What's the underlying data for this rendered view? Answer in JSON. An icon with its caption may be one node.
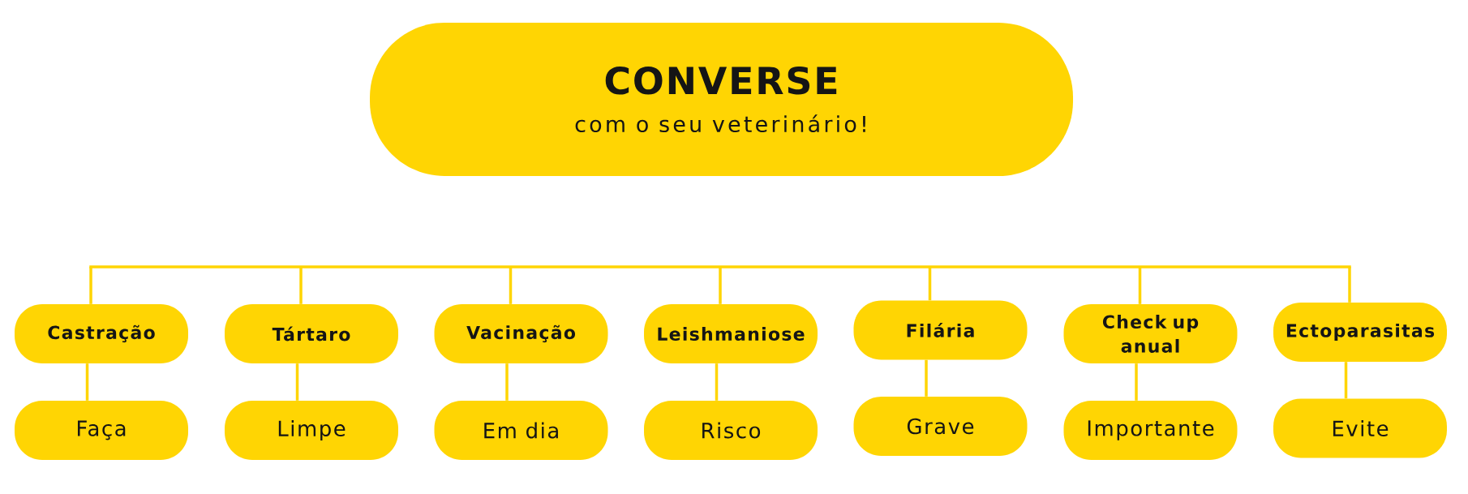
{
  "diagram": {
    "nodes": [
      {
        "text": [
          "CONVERSE",
          "com o seu veterinário!"
        ]
      },
      {
        "text": [
          "Castração"
        ]
      },
      {
        "text": [
          "Tártaro"
        ]
      },
      {
        "text": [
          "Vacinação"
        ]
      },
      {
        "text": [
          "Leishmaniose"
        ]
      },
      {
        "text": [
          "Filária"
        ]
      },
      {
        "text": [
          "Check up anual"
        ]
      },
      {
        "text": [
          "Ectoparasitas"
        ]
      },
      {
        "text": [
          "Faça"
        ]
      },
      {
        "text": [
          "Limpe"
        ]
      },
      {
        "text": [
          "Em dia"
        ]
      },
      {
        "text": [
          "Risco"
        ]
      },
      {
        "text": [
          "Grave"
        ]
      },
      {
        "text": [
          "Importante"
        ]
      },
      {
        "text": [
          "Evite"
        ]
      }
    ],
    "edges": [
      {
        "from": null,
        "to": 1,
        "arrow": "none"
      },
      {
        "from": null,
        "to": 2,
        "arrow": "none"
      },
      {
        "from": null,
        "to": 3,
        "arrow": "none"
      },
      {
        "from": null,
        "to": 4,
        "arrow": "none"
      },
      {
        "from": null,
        "to": 5,
        "arrow": "none"
      },
      {
        "from": null,
        "to": 6,
        "arrow": "none"
      },
      {
        "from": null,
        "to": 7,
        "arrow": "none"
      },
      {
        "from": 1,
        "to": 8,
        "arrow": "none"
      },
      {
        "from": 2,
        "to": 9,
        "arrow": "none"
      },
      {
        "from": 3,
        "to": 10,
        "arrow": "none"
      },
      {
        "from": 4,
        "to": 11,
        "arrow": "none"
      },
      {
        "from": 5,
        "to": 12,
        "arrow": "none"
      },
      {
        "from": 6,
        "to": 13,
        "arrow": "none"
      },
      {
        "from": 7,
        "to": 14,
        "arrow": "none"
      }
    ]
  }
}
